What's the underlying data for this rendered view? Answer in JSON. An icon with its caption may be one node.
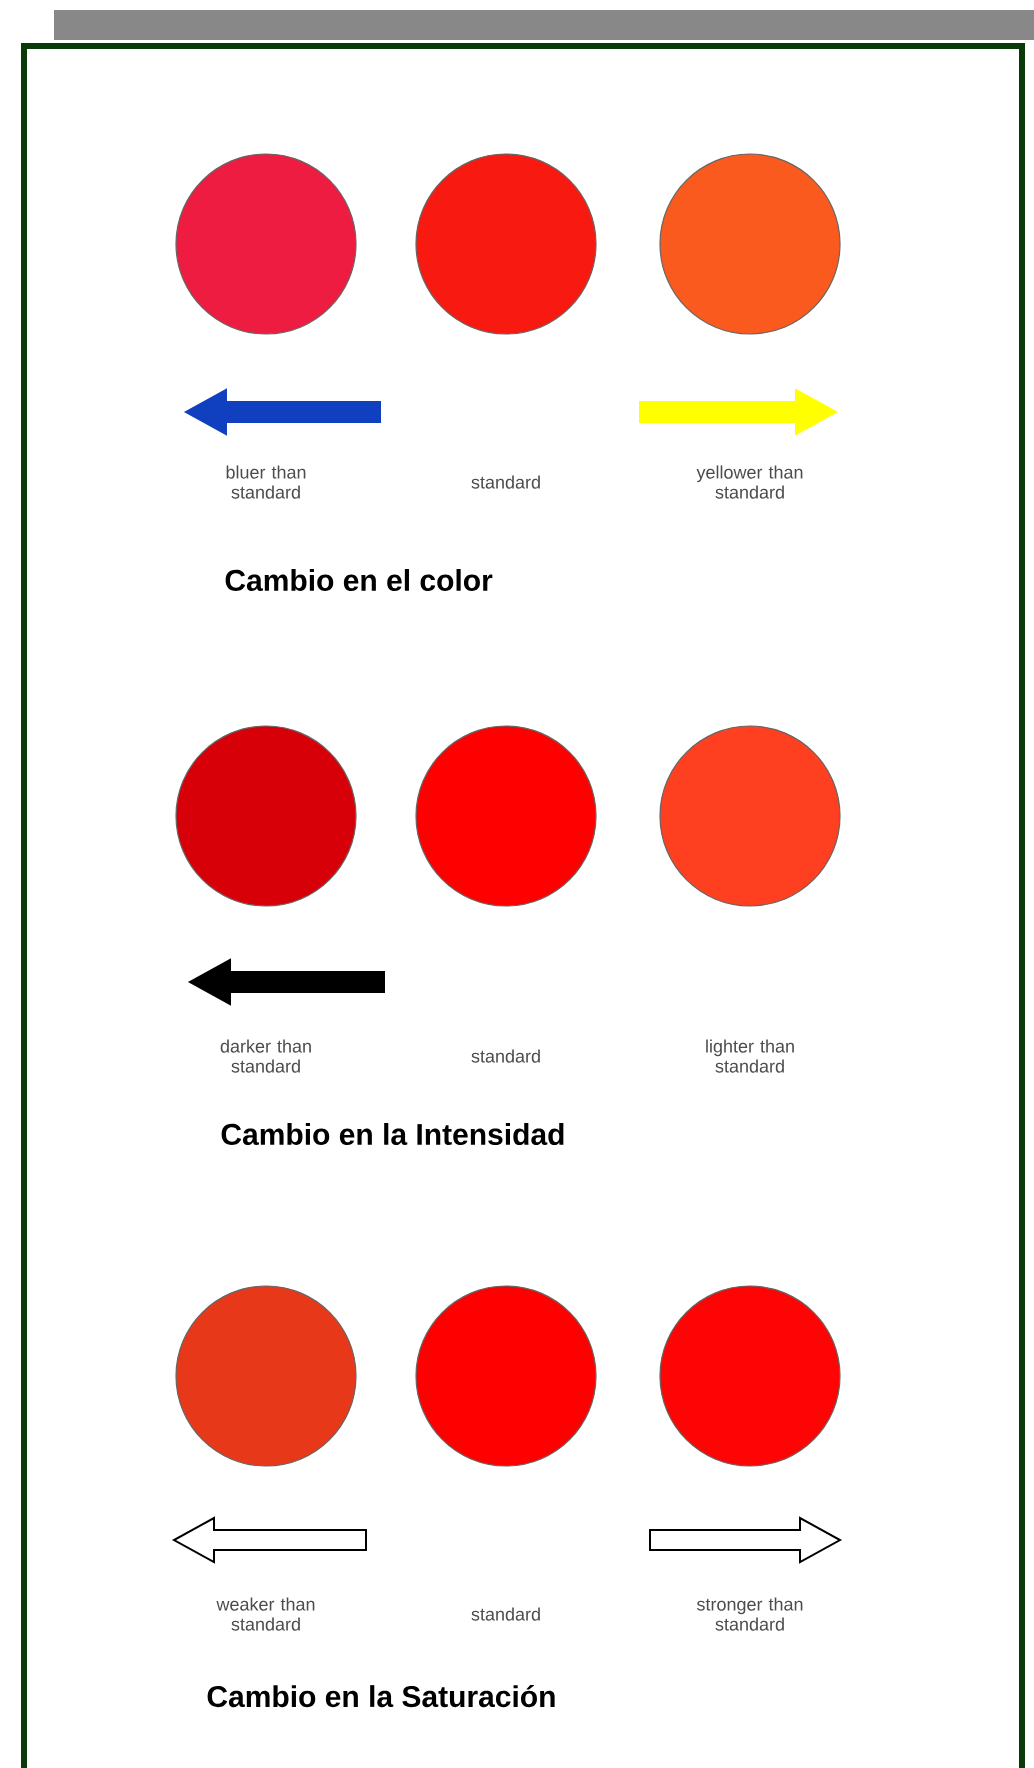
{
  "diagram": {
    "nodes": [
      {
        "text": [],
        "shape": "circle"
      },
      {
        "text": [],
        "shape": "circle"
      },
      {
        "text": [],
        "shape": "circle"
      },
      {
        "text": [],
        "shape": "circle"
      },
      {
        "text": [],
        "shape": "circle"
      },
      {
        "text": [],
        "shape": "circle"
      },
      {
        "text": [],
        "shape": "circle"
      },
      {
        "text": [],
        "shape": "circle"
      },
      {
        "text": [],
        "shape": "circle"
      }
    ],
    "labels": [
      "bluer than standard",
      "standard",
      "yellower than standard",
      "Cambio en el color",
      "darker than standard",
      "standard",
      "lighter than standard",
      "Cambio en la Intensidad",
      "weaker than standard",
      "standard",
      "stronger than standard",
      "Cambio en la Saturación"
    ]
  }
}
